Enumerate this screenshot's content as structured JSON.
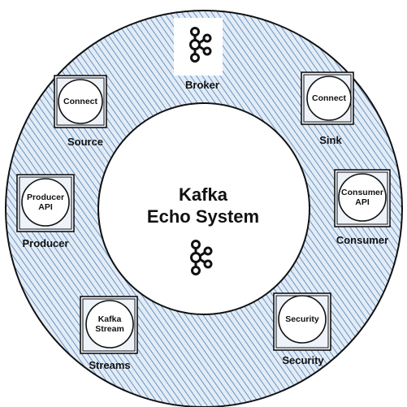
{
  "title": {
    "line1": "Kafka",
    "line2": "Echo System"
  },
  "nodes": [
    {
      "id": "broker",
      "caption": "Broker"
    },
    {
      "id": "source",
      "inner": "Connect",
      "caption": "Source"
    },
    {
      "id": "sink",
      "inner": "Connect",
      "caption": "Sink"
    },
    {
      "id": "producer",
      "inner_line1": "Producer",
      "inner_line2": "API",
      "caption": "Producer"
    },
    {
      "id": "consumer",
      "inner_line1": "Consumer",
      "inner_line2": "API",
      "caption": "Consumer"
    },
    {
      "id": "streams",
      "inner_line1": "Kafka",
      "inner_line2": "Stream",
      "caption": "Streams"
    },
    {
      "id": "security",
      "inner": "Security",
      "caption": "Security"
    }
  ],
  "colors": {
    "ring_fill": "#d6e4f2",
    "hatch": "#4a7eb5",
    "stroke": "#111111"
  },
  "icons": [
    "kafka-logo-icon"
  ]
}
